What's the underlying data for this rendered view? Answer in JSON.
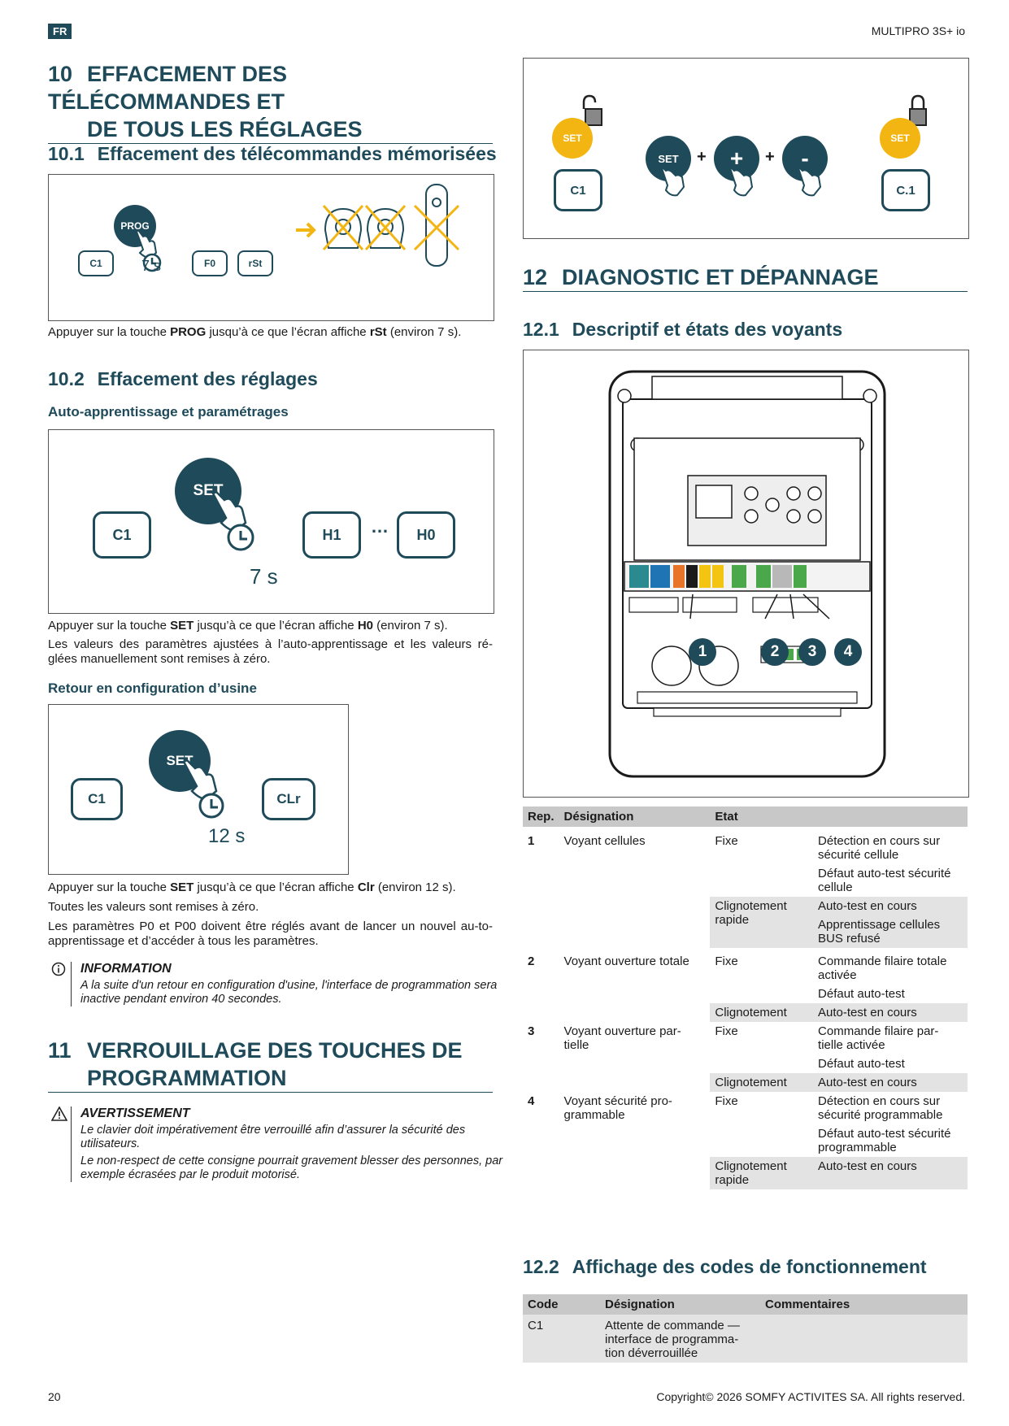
{
  "header": {
    "lang": "FR",
    "doc_title": "MULTIPRO 3S+ io"
  },
  "s10": {
    "num": "10",
    "title_l1": "EFFACEMENT DES TÉLÉCOMMANDES ET",
    "title_l2": "DE TOUS LES RÉGLAGES",
    "s101": {
      "num": "10.1",
      "title": "Effacement des télécommandes mémorisées",
      "fig": {
        "prog": "PROG",
        "c1": "C1",
        "f0": "F0",
        "rst": "rSt",
        "dur": "7 s"
      },
      "text_pre": "Appuyer sur la touche ",
      "text_k1": "PROG",
      "text_mid": " jusqu’à ce que l’écran affiche ",
      "text_k2": "rSt",
      "text_post": " (environ 7 s)."
    },
    "s102": {
      "num": "10.2",
      "title": "Effacement des réglages",
      "sub1": "Auto-apprentissage et paramétrages",
      "fig1": {
        "set": "SET",
        "c1": "C1",
        "h1": "H1",
        "dots": "…",
        "h0": "H0",
        "dur": "7 s"
      },
      "t1_pre": "Appuyer sur la touche ",
      "t1_k1": "SET",
      "t1_mid": " jusqu’à ce que l’écran affiche ",
      "t1_k2": "H0",
      "t1_post": " (environ 7 s).",
      "t2": "Les valeurs des paramètres ajustées à l’auto-apprentissage et les valeurs ré-glées manuellement sont remises à zéro.",
      "sub2": "Retour en configuration d’usine",
      "fig2": {
        "set": "SET",
        "c1": "C1",
        "clr": "CLr",
        "dur": "12 s"
      },
      "t3_pre": "Appuyer sur la touche ",
      "t3_k1": "SET",
      "t3_mid": " jusqu’à ce que l’écran affiche ",
      "t3_k2": "Clr",
      "t3_post": " (environ 12 s).",
      "t4": "Toutes les valeurs sont remises à zéro.",
      "t5": "Les paramètres P0 et P00 doivent être réglés avant de lancer un nouvel au-to-apprentissage et d’accéder à tous les paramètres.",
      "info_title": "INFORMATION",
      "info_text": "A la suite d'un retour en configuration d'usine, l'interface de programmation sera inactive pendant environ 40 secondes."
    }
  },
  "s11": {
    "num": "11",
    "title_l1": "VERROUILLAGE DES TOUCHES DE",
    "title_l2": "PROGRAMMATION",
    "warn_title": "AVERTISSEMENT",
    "warn_t1": "Le clavier doit impérativement être verrouillé afin d’assurer la sécurité des utilisateurs.",
    "warn_t2": "Le non-respect de cette consigne pourrait gravement blesser des personnes, par exemple écrasées par le produit motorisé.",
    "fig": {
      "set": "SET",
      "c1": "C.1",
      "c1a": "C1",
      "plus": "+",
      "minus": "-"
    }
  },
  "s12": {
    "num": "12",
    "title": "DIAGNOSTIC ET DÉPANNAGE",
    "s121": {
      "num": "12.1",
      "title": "Descriptif et états des voyants",
      "callouts": [
        "1",
        "2",
        "3",
        "4"
      ],
      "headers": [
        "Rep.",
        "Désignation",
        "Etat",
        ""
      ],
      "rows": [
        {
          "rep": "1",
          "name": "Voyant cellules",
          "states": [
            {
              "etat": "Fixe",
              "desc": [
                "Détection en cours sur sécurité cellule",
                "Défaut auto-test sécurité cellule"
              ]
            },
            {
              "etat": "Clignotement rapide",
              "desc": [
                "Auto-test en cours",
                "Apprentissage cellules BUS refusé"
              ]
            }
          ]
        },
        {
          "rep": "2",
          "name": "Voyant ouverture totale",
          "states": [
            {
              "etat": "Fixe",
              "desc": [
                "Commande filaire totale activée",
                "Défaut auto-test"
              ]
            },
            {
              "etat": "Clignotement",
              "desc": [
                "Auto-test en cours"
              ]
            }
          ]
        },
        {
          "rep": "3",
          "name": "Voyant ouverture par-tielle",
          "states": [
            {
              "etat": "Fixe",
              "desc": [
                "Commande filaire par-tielle activée",
                "Défaut auto-test"
              ]
            },
            {
              "etat": "Clignotement",
              "desc": [
                "Auto-test en cours"
              ]
            }
          ]
        },
        {
          "rep": "4",
          "name": "Voyant sécurité pro-grammable",
          "states": [
            {
              "etat": "Fixe",
              "desc": [
                "Détection en cours sur sécurité programmable",
                "Défaut auto-test sécurité programmable"
              ]
            },
            {
              "etat": "Clignotement rapide",
              "desc": [
                "Auto-test en cours"
              ]
            }
          ]
        }
      ]
    },
    "s122": {
      "num": "12.2",
      "title": "Affichage des codes de fonctionnement",
      "headers": [
        "Code",
        "Désignation",
        "Commentaires"
      ],
      "rows": [
        {
          "code": "C1",
          "name": "Attente de commande — interface de programma-tion déverrouillée",
          "comment": ""
        }
      ]
    }
  },
  "footer": {
    "page": "20",
    "copyright": "Copyright© 2026 SOMFY ACTIVITES SA. All rights reserved."
  }
}
